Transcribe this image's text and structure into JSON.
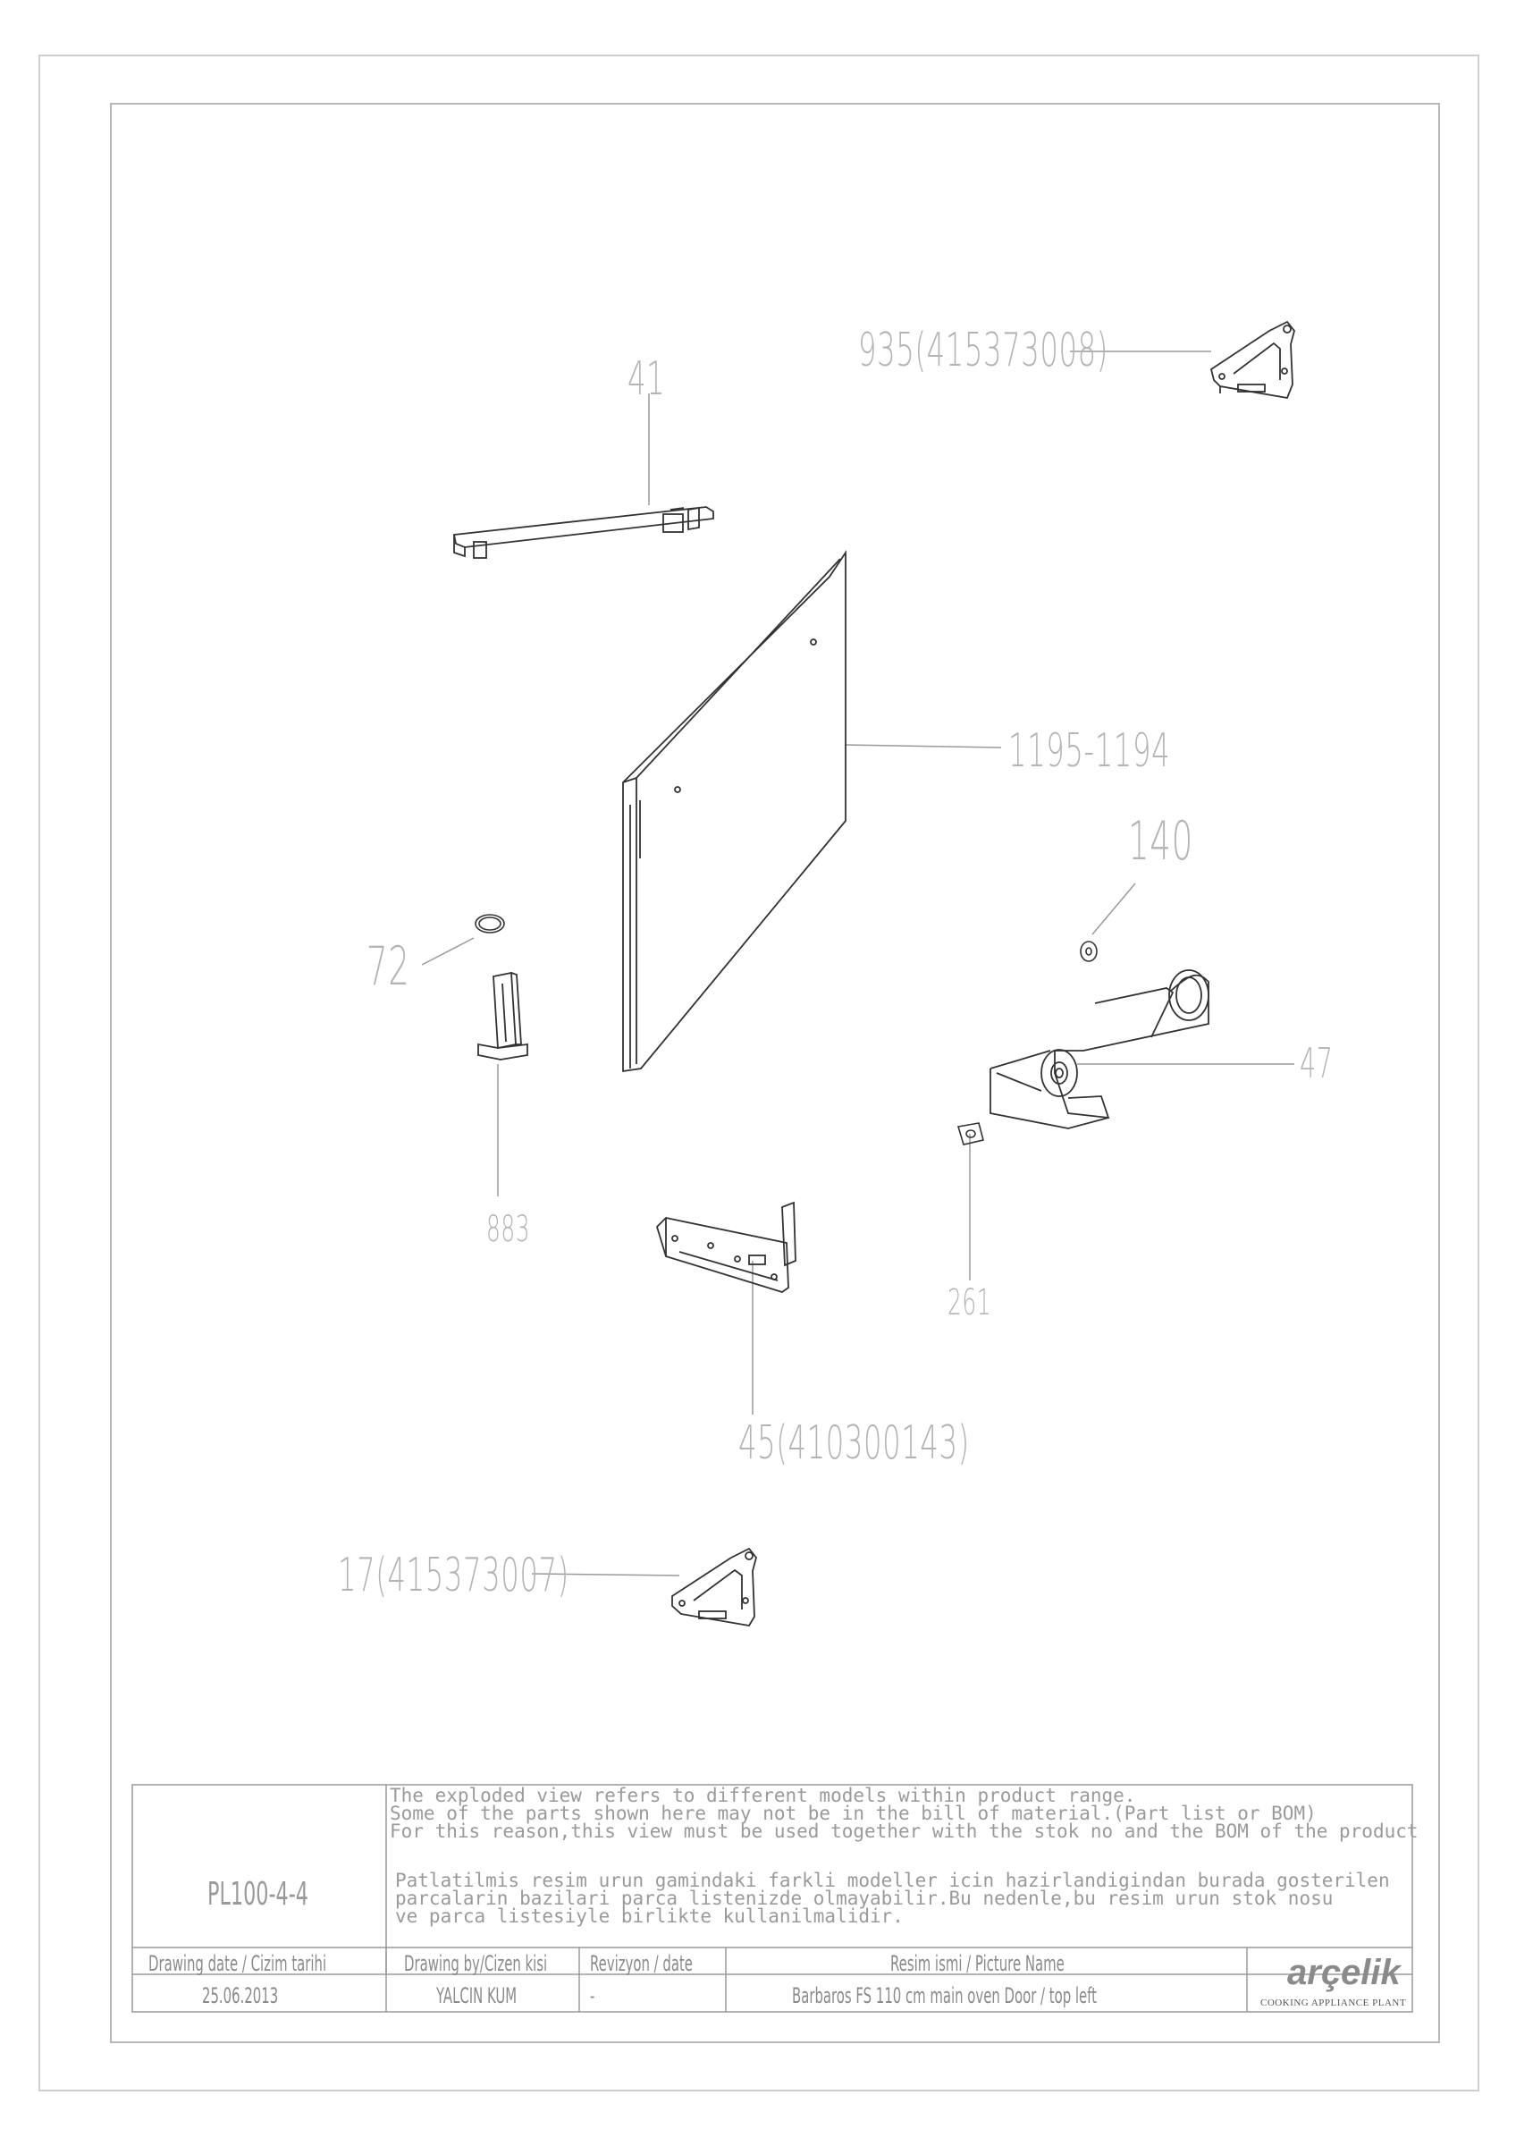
{
  "callouts": {
    "c935": "935(415373008)",
    "c41": "41",
    "c1195": "1195-1194",
    "c140": "140",
    "c72": "72",
    "c47": "47",
    "c883": "883",
    "c261": "261",
    "c45": "45(410300143)",
    "c17": "17(415373007)"
  },
  "title_block": {
    "sheet_id": "PL100-4-4",
    "note_en": "The exploded view refers to different models within product range.\nSome of the parts shown here may not be in the bill of material.(Part list or BOM)\nFor this reason,this view must be used together with the stok no and the BOM of the product",
    "note_tr": "Patlatilmis resim urun gamindaki farkli modeller icin hazirlandigindan burada gosterilen\nparcalarin bazilari parca listenizde olmayabilir.Bu nedenle,bu resim urun stok nosu\nve parca listesiyle birlikte kullanilmalidir.",
    "date_label": "Drawing date / Cizim tarihi",
    "date_value": "25.06.2013",
    "drawn_label": "Drawing by/Cizen kisi",
    "drawn_value": "YALCIN KUM",
    "rev_label": "Revizyon / date",
    "rev_value": "-",
    "name_label": "Resim ismi / Picture Name",
    "name_value": "Barbaros FS 110 cm main oven Door / top left",
    "logo_text": "arçelik",
    "logo_sub": "COOKING APPLIANCE PLANT"
  }
}
